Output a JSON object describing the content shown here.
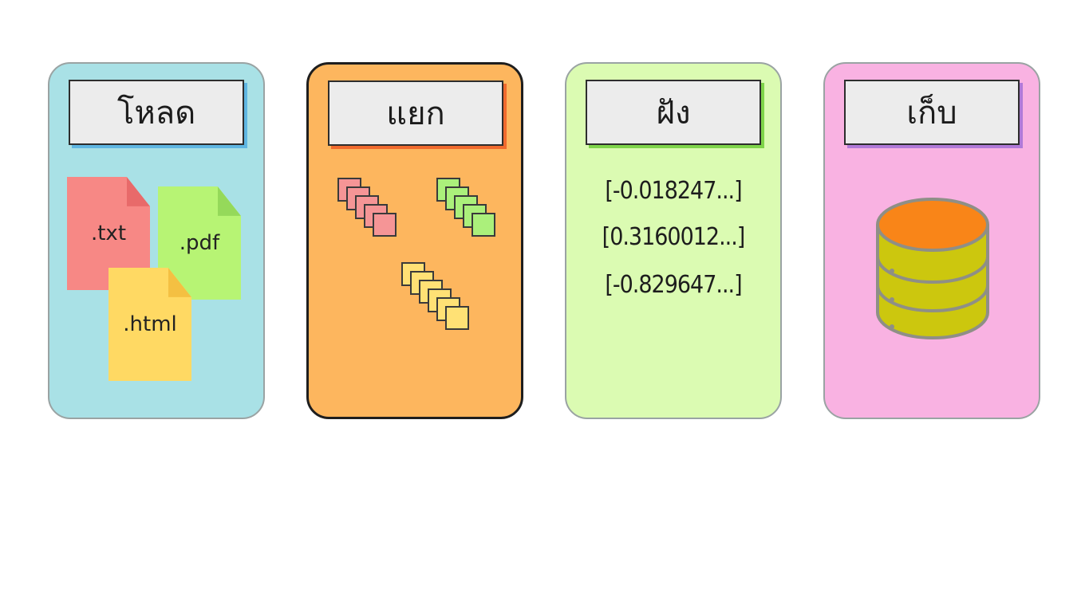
{
  "stages": [
    {
      "key": "load",
      "title": "โหลด"
    },
    {
      "key": "split",
      "title": "แยก"
    },
    {
      "key": "embed",
      "title": "ฝัง"
    },
    {
      "key": "store",
      "title": "เก็บ"
    }
  ],
  "files": [
    {
      "label": ".txt",
      "color": "#f78885",
      "fold_color": "#e86a6a"
    },
    {
      "label": ".pdf",
      "color": "#b7f474",
      "fold_color": "#95d95a"
    },
    {
      "label": ".html",
      "color": "#ffd963",
      "fold_color": "#f4c042"
    }
  ],
  "chunk_stacks": [
    {
      "color": "#f59596",
      "count": 5
    },
    {
      "color": "#abf07b",
      "count": 5
    },
    {
      "color": "#ffe175",
      "count": 6
    }
  ],
  "vectors": [
    "[-0.018247...]",
    "[0.3160012...]",
    "[-0.829647...]"
  ],
  "database": {
    "body_color": "#ccc70e",
    "top_color": "#f98518",
    "stroke_color": "#8f8f86",
    "icon": "database-icon"
  },
  "colors": {
    "load_bg": "#a9e1e6",
    "split_bg": "#fdb65e",
    "embed_bg": "#dbfbb2",
    "store_bg": "#f9b2e2"
  }
}
